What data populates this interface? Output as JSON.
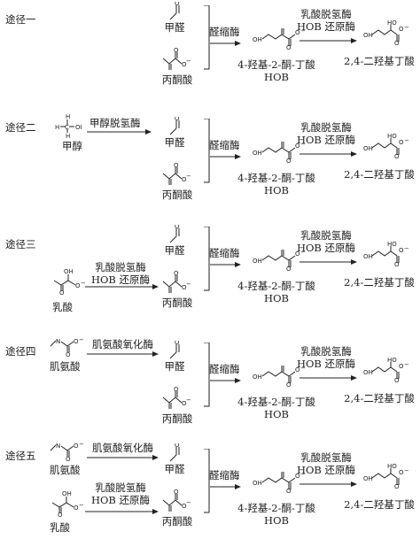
{
  "routes": [
    {
      "label": "途径一",
      "molecules": {
        "formaldehyde": "甲醛",
        "pyruvate": "丙酮酸",
        "hob": "4-羟基-2-酮-丁酸",
        "hob_abbr": "HOB",
        "product": "2,4-二羟基丁酸"
      },
      "enzymes": {
        "aldolase": "醛缩酶",
        "reductase_1": "乳酸脱氢酶",
        "reductase_2": "HOB 还原酶"
      }
    },
    {
      "label": "途径二",
      "molecules": {
        "methanol": "甲醇",
        "formaldehyde": "甲醛",
        "pyruvate": "丙酮酸",
        "hob": "4-羟基-2-酮-丁酸",
        "hob_abbr": "HOB",
        "product": "2,4-二羟基丁酸"
      },
      "enzymes": {
        "step1": "甲醇脱氢酶",
        "aldolase": "醛缩酶",
        "reductase_1": "乳酸脱氢酶",
        "reductase_2": "HOB 还原酶"
      }
    },
    {
      "label": "途径三",
      "molecules": {
        "lactate": "乳酸",
        "formaldehyde": "甲醛",
        "pyruvate": "丙酮酸",
        "hob": "4-羟基-2-酮-丁酸",
        "hob_abbr": "HOB",
        "product": "2,4-二羟基丁酸"
      },
      "enzymes": {
        "step1_a": "乳酸脱氢酶",
        "step1_b": "HOB 还原酶",
        "aldolase": "醛缩酶",
        "reductase_1": "乳酸脱氢酶",
        "reductase_2": "HOB 还原酶"
      }
    },
    {
      "label": "途径四",
      "molecules": {
        "sarcosine": "肌氨酸",
        "formaldehyde": "甲醛",
        "pyruvate": "丙酮酸",
        "hob": "4-羟基-2-酮-丁酸",
        "hob_abbr": "HOB",
        "product": "2,4-二羟基丁酸"
      },
      "enzymes": {
        "step1": "肌氨酸氧化酶",
        "aldolase": "醛缩酶",
        "reductase_1": "乳酸脱氢酶",
        "reductase_2": "HOB 还原酶"
      }
    },
    {
      "label": "途径五",
      "molecules": {
        "sarcosine": "肌氨酸",
        "lactate": "乳酸",
        "formaldehyde": "甲醛",
        "pyruvate": "丙酮酸",
        "hob": "4-羟基-2-酮-丁酸",
        "hob_abbr": "HOB",
        "product": "2,4-二羟基丁酸"
      },
      "enzymes": {
        "step1": "肌氨酸氧化酶",
        "step2_a": "乳酸脱氢酶",
        "step2_b": "HOB 还原酶",
        "aldolase": "醛缩酶",
        "reductase_1": "乳酸脱氢酶",
        "reductase_2": "HOB 还原酶"
      }
    }
  ],
  "atoms": {
    "oxygen": "O",
    "hydrogen": "H",
    "carbon": "C",
    "nitrogen": "N",
    "minus": "−"
  }
}
